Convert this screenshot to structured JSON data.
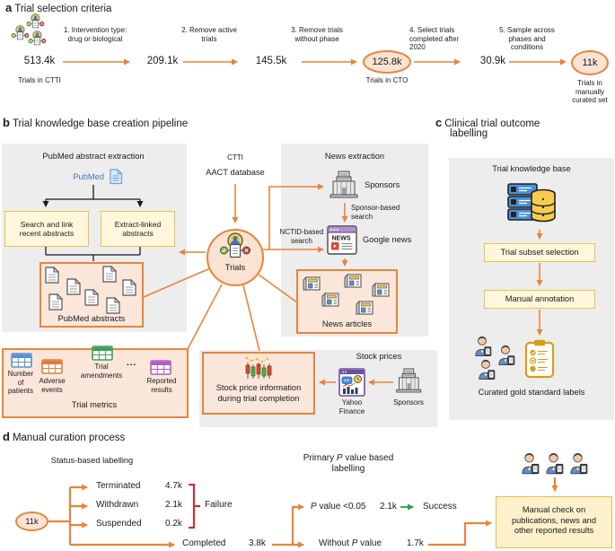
{
  "a": {
    "letter": "a",
    "title": "Trial selection criteria",
    "counts": {
      "c1": "513.4k",
      "c2": "209.1k",
      "c3": "145.5k",
      "c4": "125.8k",
      "c5": "30.9k",
      "c6": "11k"
    },
    "steps": {
      "s1l1": "1. Intervention type:",
      "s1l2": "drug or biological",
      "s2l1": "2. Remove active",
      "s2l2": "trials",
      "s3l1": "3. Remove trials",
      "s3l2": "without phase",
      "s4l1": "4. Select trials",
      "s4l2": "completed after",
      "s4l3": "2020",
      "s5l1": "5. Sample across",
      "s5l2": "phases and",
      "s5l3": "conditions"
    },
    "captions": {
      "ctti": "Trials in CTTI",
      "cto": "Trials in CTO",
      "cur1": "Trials in",
      "cur2": "manually",
      "cur3": "curated set"
    }
  },
  "b": {
    "letter": "b",
    "title": "Trial knowledge base creation pipeline",
    "pubmed": {
      "section_title": "PubMed abstract extraction",
      "source": "PubMed",
      "box1l1": "Search and link",
      "box1l2": "recent abstracts",
      "box2l1": "Extract-linked",
      "box2l2": "abstracts",
      "abstracts_label": "PubMed abstracts"
    },
    "center": {
      "ctti": "CTTI",
      "aact": "AACT database",
      "trials": "Trials"
    },
    "news": {
      "section_title": "News extraction",
      "sponsors": "Sponsors",
      "sponsor_search_l1": "Sponsor-based",
      "sponsor_search_l2": "search",
      "nctid_l1": "NCTID-based",
      "nctid_l2": "search",
      "google_news": "Google news",
      "articles_label": "News articles"
    },
    "metrics": {
      "m1l1": "Number",
      "m1l2": "of",
      "m1l3": "patients",
      "m2l1": "Adverse",
      "m2l2": "events",
      "m3l1": "Trial",
      "m3l2": "amendments",
      "ellipsis": "...",
      "m4l1": "Reported",
      "m4l2": "results",
      "label": "Trial metrics"
    },
    "stock": {
      "section_title": "Stock prices",
      "boxl1": "Stock price information",
      "boxl2": "during trial completion",
      "yahoo_l1": "Yahoo",
      "yahoo_l2": "Finance",
      "sponsors": "Sponsors"
    }
  },
  "c": {
    "letter": "c",
    "title_l1": "Clinical trial outcome",
    "title_l2": "labelling",
    "kb_title": "Trial knowledge base",
    "box1": "Trial subset selection",
    "box2": "Manual annotation",
    "caption": "Curated gold standard labels"
  },
  "d": {
    "letter": "d",
    "title": "Manual curation process",
    "status_heading": "Status-based labelling",
    "start": "11k",
    "rows": {
      "terminated": "Terminated",
      "terminated_v": "4.7k",
      "withdrawn": "Withdrawn",
      "withdrawn_v": "2.1k",
      "suspended": "Suspended",
      "suspended_v": "0.2k",
      "failure": "Failure",
      "completed": "Completed",
      "completed_v": "3.8k"
    },
    "pvalue": {
      "head_pre": "Primary ",
      "head_p": "P",
      "head_post": " value based",
      "head_l2": "labelling",
      "lt_p": "P",
      "lt_post": " value <0.05",
      "lt_v": "2.1k",
      "success": "Success",
      "wo_pre": "Without ",
      "wo_p": "P",
      "wo_post": " value",
      "wo_v": "1.7k"
    },
    "manual_box_l1": "Manual check on",
    "manual_box_l2": "publications, news and",
    "manual_box_l3": "other reported results"
  }
}
